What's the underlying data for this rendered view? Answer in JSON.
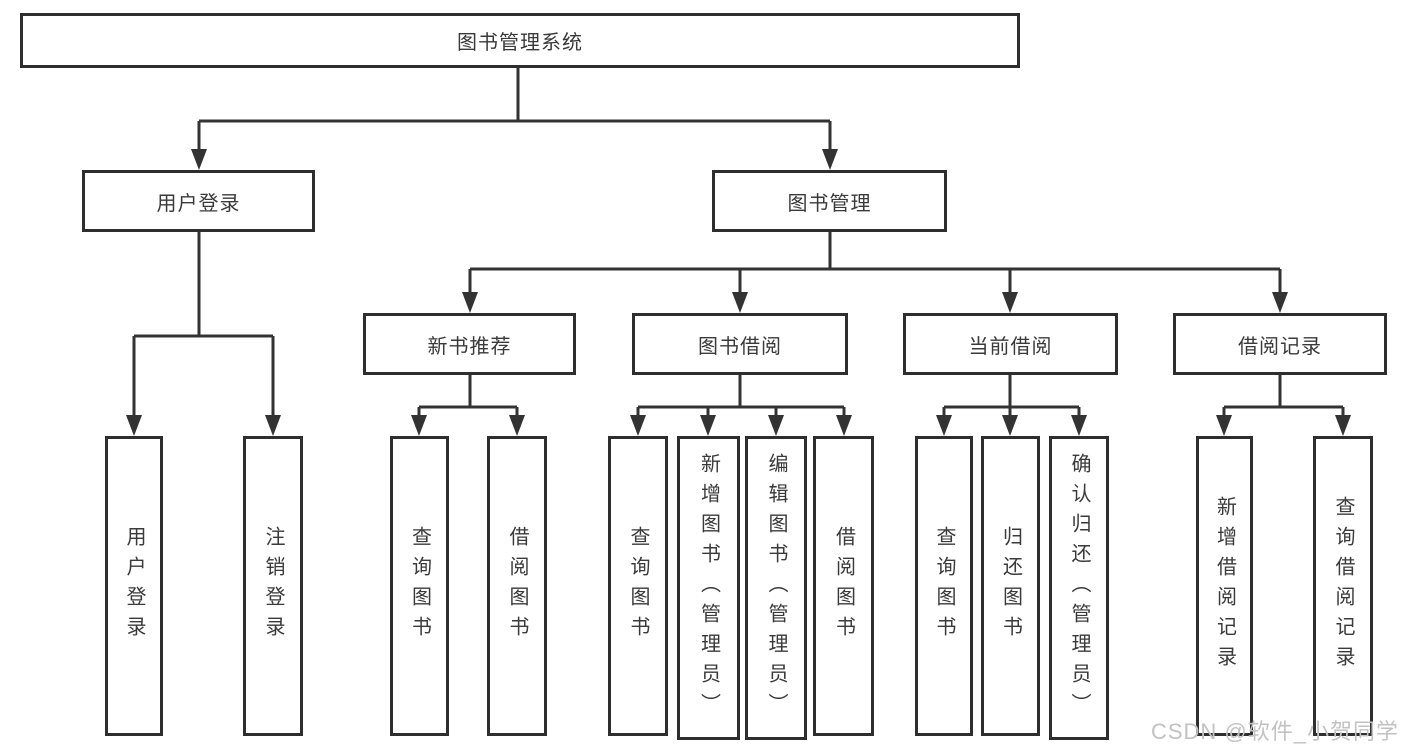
{
  "colors": {
    "line": "#333333",
    "box-border": "#2e2e2e",
    "text": "#3a3a3a",
    "watermark": "#c2c2c2",
    "bg": "#ffffff"
  },
  "tree": {
    "root": "图书管理系统",
    "user_login": {
      "label": "用户登录",
      "children": [
        "用户登录",
        "注销登录"
      ]
    },
    "book_mgmt": {
      "label": "图书管理",
      "branches": {
        "new_books": {
          "label": "新书推荐",
          "children": [
            "查询图书",
            "借阅图书"
          ]
        },
        "borrow": {
          "label": "图书借阅",
          "children": [
            "查询图书",
            "新增图书（管理员）",
            "编辑图书（管理员）",
            "借阅图书"
          ]
        },
        "current": {
          "label": "当前借阅",
          "children": [
            "查询图书",
            "归还图书",
            "确认归还（管理员）"
          ]
        },
        "records": {
          "label": "借阅记录",
          "children": [
            "新增借阅记录",
            "查询借阅记录"
          ]
        }
      }
    }
  },
  "watermark": "CSDN @软件_小贺同学"
}
